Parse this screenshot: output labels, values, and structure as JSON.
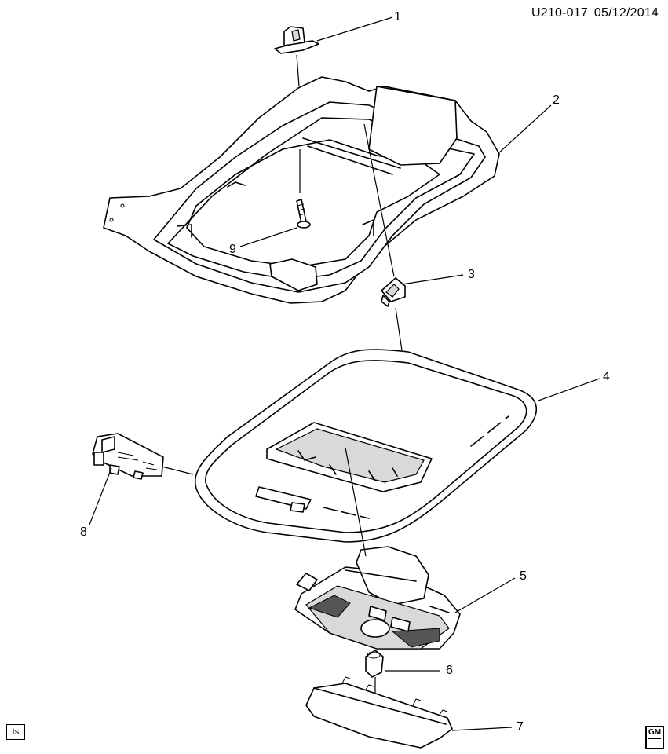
{
  "header": {
    "code": "U210-017",
    "date": "05/12/2014"
  },
  "callouts": [
    "1",
    "2",
    "3",
    "4",
    "5",
    "6",
    "7",
    "8",
    "9"
  ],
  "footer": {
    "ts_label": "ts",
    "logo_text": "GM"
  }
}
